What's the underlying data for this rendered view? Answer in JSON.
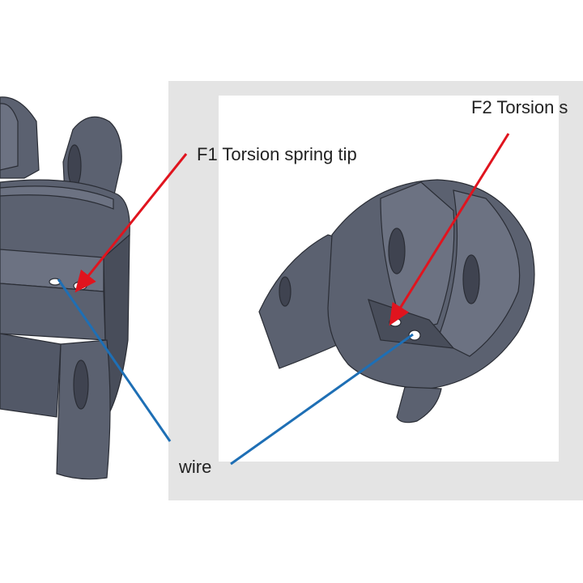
{
  "labels": {
    "f1": "F1 Torsion spring tip",
    "f2": "F2 Torsion s",
    "wire": "wire"
  },
  "colors": {
    "background": "#ffffff",
    "panel": "#e4e4e4",
    "panel_inner": "#ffffff",
    "part_fill": "#5b6170",
    "part_dark": "#484d5a",
    "part_light": "#6c7282",
    "edge": "#2a2d35",
    "arrow_f": "#e0141e",
    "arrow_wire": "#1e6fb5"
  }
}
